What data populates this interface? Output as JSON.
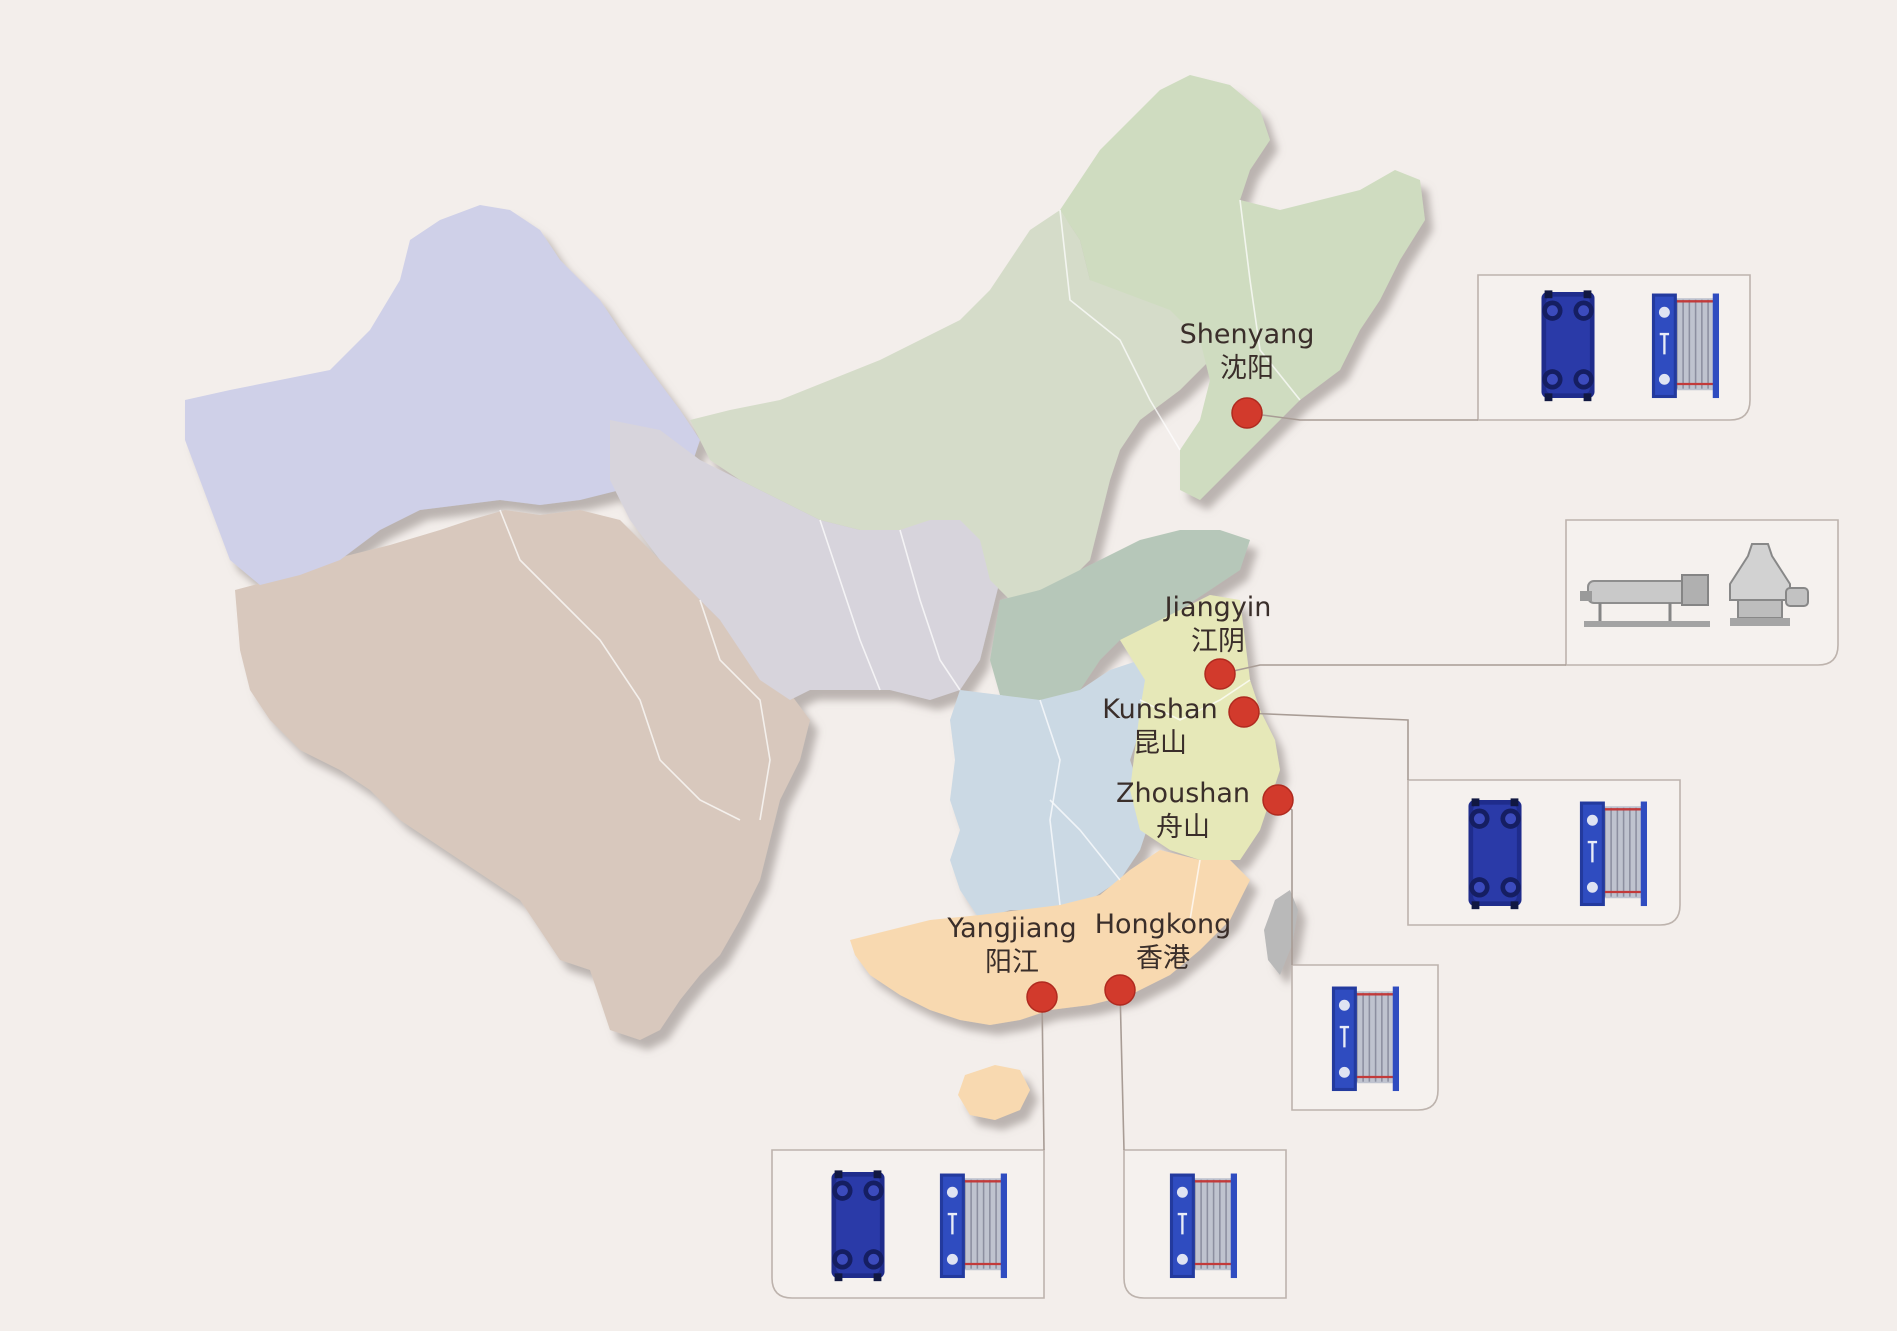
{
  "map": {
    "region_colors": {
      "northwest": "#cfd0e8",
      "north_central": "#d7d4dc",
      "tibet_sw": "#d8c8bd",
      "north": "#d5dcc9",
      "northeast": "#cfdcc0",
      "shandong_henan": "#b6c7b9",
      "central_south": "#cbd9e4",
      "east_coast": "#e6e8b8",
      "south": "#f8d9b0",
      "taiwan": "#b9b9b9"
    },
    "dot_color": "#d23a2c"
  },
  "cities": [
    {
      "key": "shenyang",
      "name_en": "Shenyang",
      "name_zh": "沈阳"
    },
    {
      "key": "jiangyin",
      "name_en": "Jiangyin",
      "name_zh": "江阴"
    },
    {
      "key": "kunshan",
      "name_en": "Kunshan",
      "name_zh": "昆山"
    },
    {
      "key": "zhoushan",
      "name_en": "Zhoushan",
      "name_zh": "舟山"
    },
    {
      "key": "yangjiang",
      "name_en": "Yangjiang",
      "name_zh": "阳江"
    },
    {
      "key": "hongkong",
      "name_en": "Hongkong",
      "name_zh": "香港"
    }
  ],
  "product_cards": [
    {
      "key": "shenyang-card",
      "products": [
        "gasketed-plate-heat-exchanger-icon",
        "frame-plate-heat-exchanger-icon"
      ]
    },
    {
      "key": "jiangyin-card",
      "products": [
        "decanter-centrifuge-icon",
        "disc-separator-icon"
      ]
    },
    {
      "key": "kunshan-zhoushan-card",
      "products": [
        "gasketed-plate-heat-exchanger-icon",
        "frame-plate-heat-exchanger-icon"
      ]
    },
    {
      "key": "zhoushan-card",
      "products": [
        "frame-plate-heat-exchanger-icon"
      ]
    },
    {
      "key": "yangjiang-card",
      "products": [
        "gasketed-plate-heat-exchanger-icon",
        "frame-plate-heat-exchanger-icon"
      ]
    },
    {
      "key": "hongkong-card",
      "products": [
        "frame-plate-heat-exchanger-icon"
      ]
    }
  ]
}
